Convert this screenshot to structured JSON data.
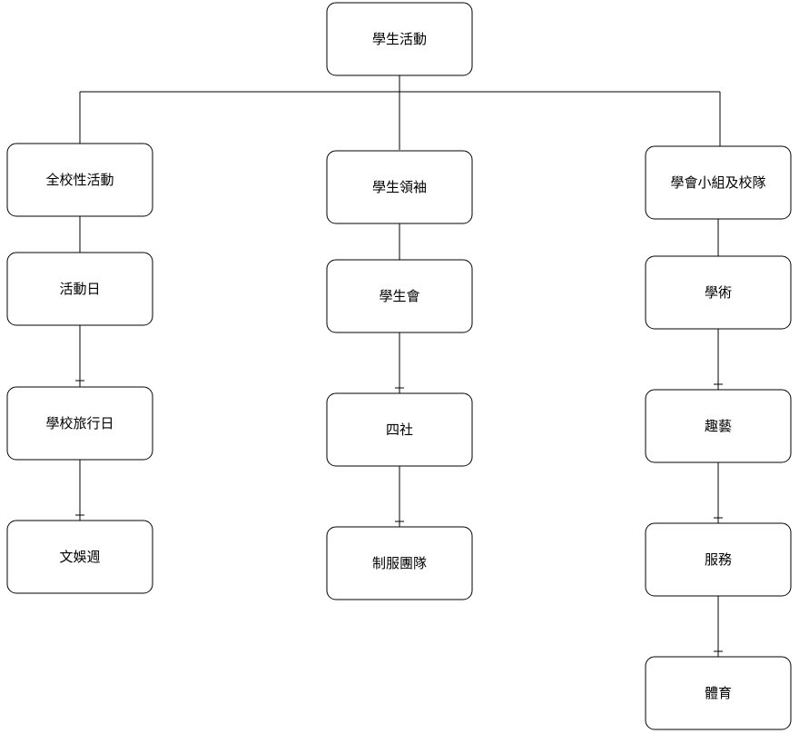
{
  "diagram": {
    "root": "學生活動",
    "branches": [
      {
        "title": "全校性活動",
        "children": [
          "活動日",
          "學校旅行日",
          "文娛週"
        ]
      },
      {
        "title": "學生領袖",
        "children": [
          "學生會",
          "四社",
          "制服團隊"
        ]
      },
      {
        "title": "學會小組及校隊",
        "children": [
          "學術",
          "趣藝",
          "服務",
          "體育"
        ]
      }
    ]
  }
}
